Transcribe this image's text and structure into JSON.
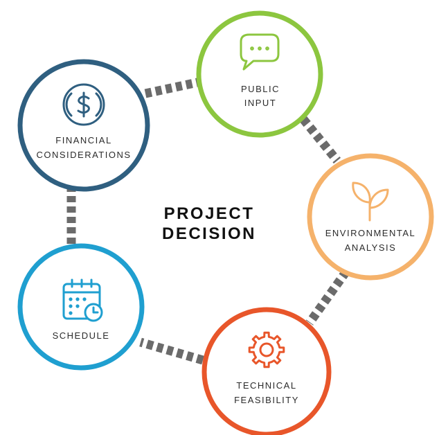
{
  "center": {
    "line1": "PROJECT",
    "line2": "DECISION"
  },
  "connector_color": "#6b6b6b",
  "nodes": [
    {
      "id": "public-input",
      "line1": "PUBLIC",
      "line2": "INPUT",
      "color": "#8cc63f",
      "icon": "speech-bubble-icon"
    },
    {
      "id": "environmental-analysis",
      "line1": "ENVIRONMENTAL",
      "line2": "ANALYSIS",
      "color": "#f5b26b",
      "icon": "sprout-icon"
    },
    {
      "id": "technical-feasibility",
      "line1": "TECHNICAL",
      "line2": "FEASIBILITY",
      "color": "#e8562a",
      "icon": "gear-icon"
    },
    {
      "id": "schedule",
      "line1": "SCHEDULE",
      "line2": "",
      "color": "#1f9fd0",
      "icon": "calendar-clock-icon"
    },
    {
      "id": "financial-considerations",
      "line1": "FINANCIAL",
      "line2": "CONSIDERATIONS",
      "color": "#2f5f80",
      "icon": "dollar-coin-icon"
    }
  ]
}
